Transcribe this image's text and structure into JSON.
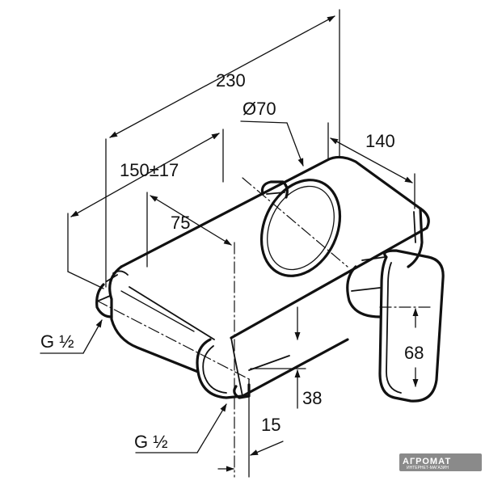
{
  "dimensions": {
    "total_width": "230",
    "spindle_diameter": "Ø70",
    "depth": "140",
    "center_distance": "150±17",
    "offset": "75",
    "inlet_left": "G ½",
    "inlet_bottom": "G ½",
    "handle_height": "68",
    "outlet_height": "38",
    "outlet_depth": "15"
  },
  "watermark": {
    "brand": "АГРОМАТ",
    "tagline": "ИНТЕРНЕТ-МАГАЗИН"
  },
  "colors": {
    "ink": "#111111",
    "watermark_bg": "#8a8a8a"
  }
}
